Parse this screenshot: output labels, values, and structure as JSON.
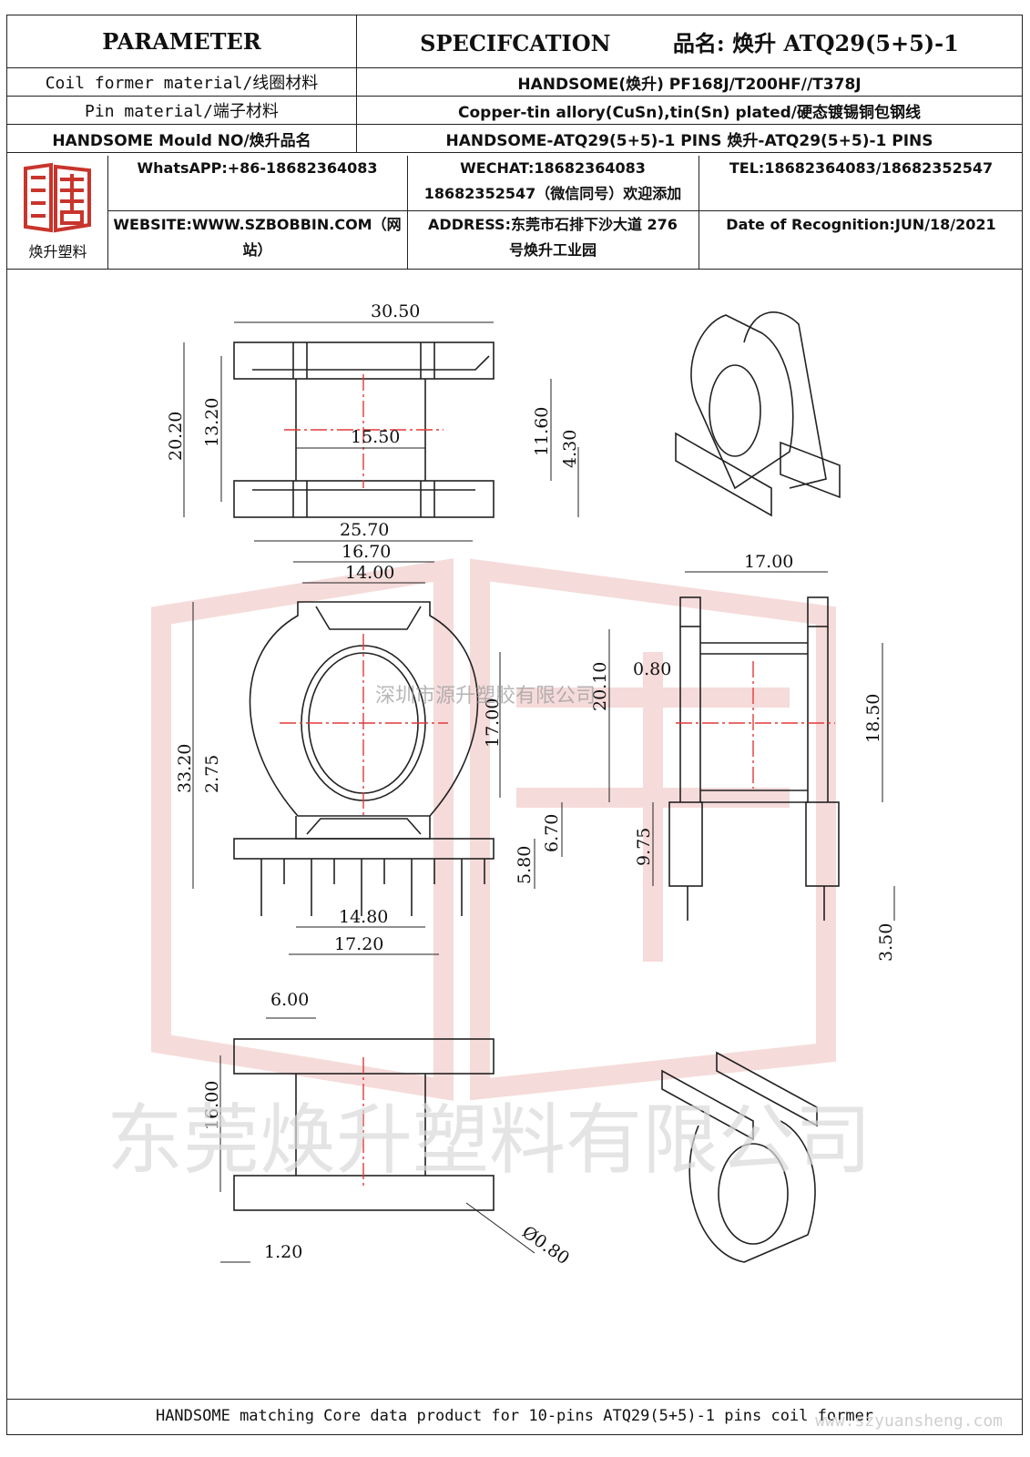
{
  "header": {
    "parameter": "PARAMETER",
    "specification": "SPECIFCATION",
    "product_name": "品名: 焕升 ATQ29(5+5)-1"
  },
  "rows": [
    {
      "label": "Coil former material/线圈材料",
      "value": "HANDSOME(焕升)  PF168J/T200HF//T378J"
    },
    {
      "label": "Pin material/端子材料",
      "value": "Copper-tin allory(CuSn),tin(Sn) plated/硬态镀锡铜包钢线"
    },
    {
      "label": "HANDSOME Mould NO/焕升品名",
      "value": "HANDSOME-ATQ29(5+5)-1 PINS   焕升-ATQ29(5+5)-1 PINS"
    }
  ],
  "company": {
    "logo_caption": "焕升塑料",
    "whatsapp": "WhatsAPP:+86-18682364083",
    "wechat_line1": "WECHAT:18682364083",
    "wechat_line2": "18682352547（微信同号）欢迎添加",
    "tel": "TEL:18682364083/18682352547",
    "website_line1": "WEBSITE:WWW.SZBOBBIN.COM（网",
    "website_line2": "站）",
    "address_line1": "ADDRESS:东莞市石排下沙大道 276",
    "address_line2": "号焕升工业园",
    "date": "Date of Recognition:JUN/18/2021"
  },
  "watermarks": {
    "mid": "深圳市源升塑胶有限公司",
    "large": "东莞焕升塑料有限公司",
    "url": "www.szyuansheng.com"
  },
  "dims": {
    "A": "30.50",
    "B": "20.20",
    "C": "13.20",
    "D": "15.50",
    "E": "11.60",
    "F": "4.30",
    "G": "25.70",
    "H": "16.70",
    "I": "14.00",
    "J": "33.20",
    "J2": "2.75",
    "K": "17.00",
    "L": "6.70",
    "M": "5.80",
    "N": "17.20",
    "N2": "14.80",
    "O": "6.00",
    "P": "16.00",
    "Q": "1.20",
    "R": "Ø0.80",
    "S": "9.75",
    "T": "0.80",
    "T2": "20.10",
    "U": "17.00",
    "V": "18.50",
    "W": "3.50"
  },
  "footer": "HANDSOME matching Core data  product for 10-pins ATQ29(5+5)-1 pins coil former"
}
